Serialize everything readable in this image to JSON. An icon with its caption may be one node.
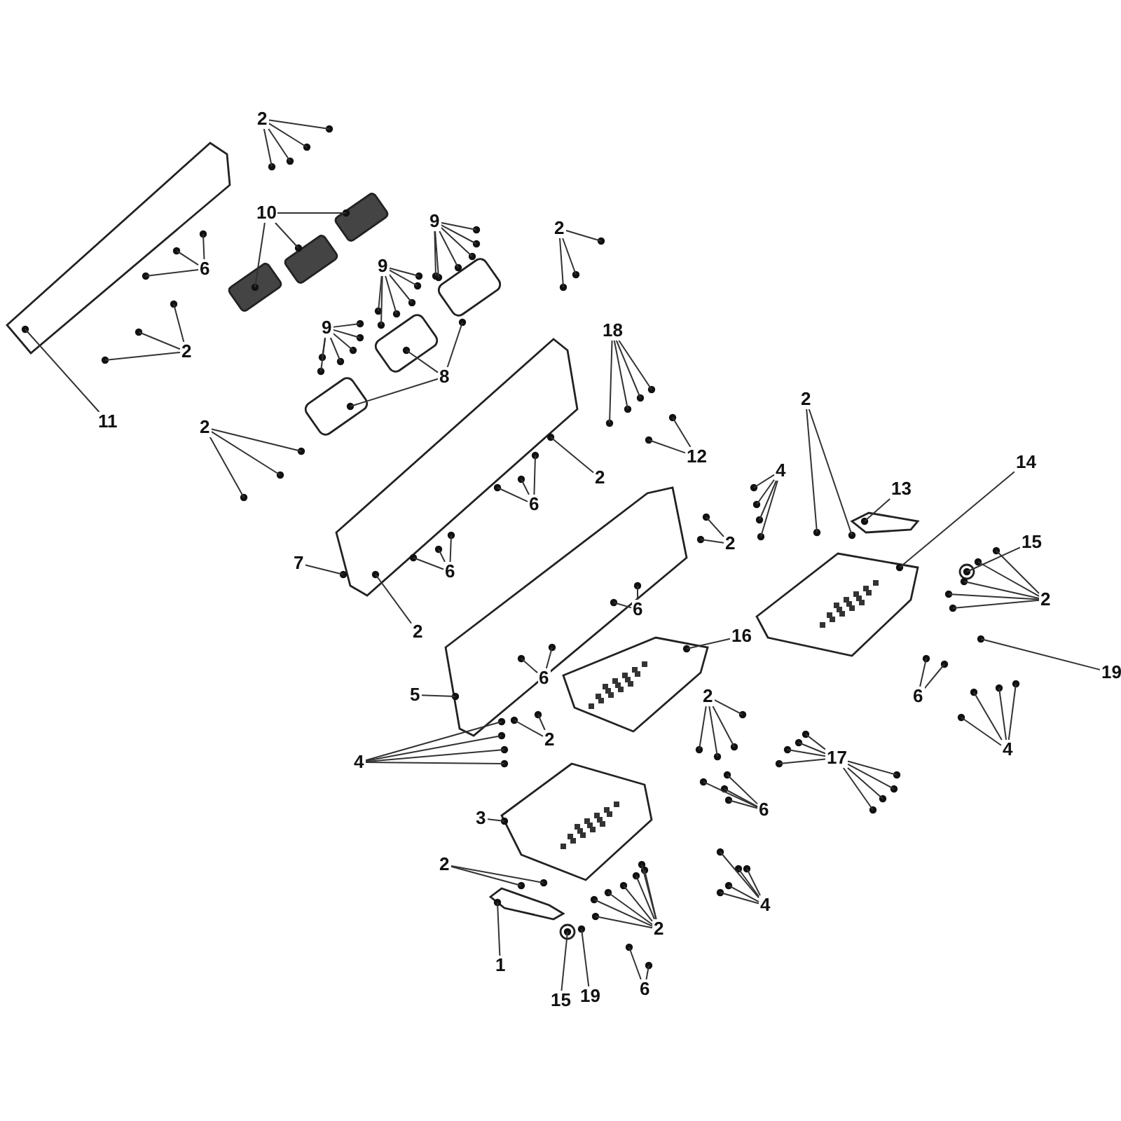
{
  "diagram": {
    "nodes": [
      {
        "text": [
          "2"
        ]
      },
      {
        "text": [
          "10"
        ]
      },
      {
        "text": [
          "6"
        ]
      },
      {
        "text": [
          "2"
        ]
      },
      {
        "text": [
          "11"
        ]
      },
      {
        "text": [
          "9"
        ]
      },
      {
        "text": [
          "9"
        ]
      },
      {
        "text": [
          "9"
        ]
      },
      {
        "text": [
          "8"
        ]
      },
      {
        "text": [
          "2"
        ]
      },
      {
        "text": [
          "18"
        ]
      },
      {
        "text": [
          "12"
        ]
      },
      {
        "text": [
          "2"
        ]
      },
      {
        "text": [
          "6"
        ]
      },
      {
        "text": [
          "2"
        ]
      },
      {
        "text": [
          "7"
        ]
      },
      {
        "text": [
          "6"
        ]
      },
      {
        "text": [
          "2"
        ]
      },
      {
        "text": [
          "4"
        ]
      },
      {
        "text": [
          "2"
        ]
      },
      {
        "text": [
          "13"
        ]
      },
      {
        "text": [
          "14"
        ]
      },
      {
        "text": [
          "2"
        ]
      },
      {
        "text": [
          "6"
        ]
      },
      {
        "text": [
          "15"
        ]
      },
      {
        "text": [
          "2"
        ]
      },
      {
        "text": [
          "19"
        ]
      },
      {
        "text": [
          "16"
        ]
      },
      {
        "text": [
          "5"
        ]
      },
      {
        "text": [
          "6"
        ]
      },
      {
        "text": [
          "2"
        ]
      },
      {
        "text": [
          "4"
        ]
      },
      {
        "text": [
          "2"
        ]
      },
      {
        "text": [
          "6"
        ]
      },
      {
        "text": [
          "4"
        ]
      },
      {
        "text": [
          "17"
        ]
      },
      {
        "text": [
          "6"
        ]
      },
      {
        "text": [
          "3"
        ]
      },
      {
        "text": [
          "2"
        ]
      },
      {
        "text": [
          "2"
        ]
      },
      {
        "text": [
          "4"
        ]
      },
      {
        "text": [
          "1"
        ]
      },
      {
        "text": [
          "15"
        ]
      },
      {
        "text": [
          "19"
        ]
      },
      {
        "text": [
          "6"
        ]
      }
    ],
    "edges": [
      {
        "from": 0,
        "to": null,
        "arrow": "none"
      },
      {
        "from": 0,
        "to": null,
        "arrow": "none"
      },
      {
        "from": 0,
        "to": null,
        "arrow": "none"
      },
      {
        "from": 0,
        "to": null,
        "arrow": "none"
      },
      {
        "from": 1,
        "to": null,
        "arrow": "none"
      },
      {
        "from": 1,
        "to": null,
        "arrow": "none"
      },
      {
        "from": 1,
        "to": null,
        "arrow": "none"
      },
      {
        "from": 2,
        "to": null,
        "arrow": "none"
      },
      {
        "from": 2,
        "to": null,
        "arrow": "none"
      },
      {
        "from": 2,
        "to": null,
        "arrow": "none"
      },
      {
        "from": 3,
        "to": null,
        "arrow": "none"
      },
      {
        "from": 3,
        "to": null,
        "arrow": "none"
      },
      {
        "from": 3,
        "to": null,
        "arrow": "none"
      },
      {
        "from": 4,
        "to": null,
        "arrow": "none"
      },
      {
        "from": 5,
        "to": null,
        "arrow": "none"
      },
      {
        "from": 5,
        "to": null,
        "arrow": "none"
      },
      {
        "from": 5,
        "to": null,
        "arrow": "none"
      },
      {
        "from": 5,
        "to": null,
        "arrow": "none"
      },
      {
        "from": 5,
        "to": null,
        "arrow": "none"
      },
      {
        "from": 5,
        "to": null,
        "arrow": "none"
      },
      {
        "from": 6,
        "to": null,
        "arrow": "none"
      },
      {
        "from": 6,
        "to": null,
        "arrow": "none"
      },
      {
        "from": 6,
        "to": null,
        "arrow": "none"
      },
      {
        "from": 6,
        "to": null,
        "arrow": "none"
      },
      {
        "from": 6,
        "to": null,
        "arrow": "none"
      },
      {
        "from": 6,
        "to": null,
        "arrow": "none"
      },
      {
        "from": 7,
        "to": null,
        "arrow": "none"
      },
      {
        "from": 7,
        "to": null,
        "arrow": "none"
      },
      {
        "from": 7,
        "to": null,
        "arrow": "none"
      },
      {
        "from": 7,
        "to": null,
        "arrow": "none"
      },
      {
        "from": 7,
        "to": null,
        "arrow": "none"
      },
      {
        "from": 7,
        "to": null,
        "arrow": "none"
      },
      {
        "from": 8,
        "to": null,
        "arrow": "none"
      },
      {
        "from": 8,
        "to": null,
        "arrow": "none"
      },
      {
        "from": 8,
        "to": null,
        "arrow": "none"
      },
      {
        "from": 9,
        "to": null,
        "arrow": "none"
      },
      {
        "from": 9,
        "to": null,
        "arrow": "none"
      },
      {
        "from": 9,
        "to": null,
        "arrow": "none"
      },
      {
        "from": 10,
        "to": null,
        "arrow": "none"
      },
      {
        "from": 10,
        "to": null,
        "arrow": "none"
      },
      {
        "from": 10,
        "to": null,
        "arrow": "none"
      },
      {
        "from": 10,
        "to": null,
        "arrow": "none"
      },
      {
        "from": 11,
        "to": null,
        "arrow": "none"
      },
      {
        "from": 11,
        "to": null,
        "arrow": "none"
      },
      {
        "from": 12,
        "to": null,
        "arrow": "none"
      },
      {
        "from": 12,
        "to": null,
        "arrow": "none"
      },
      {
        "from": 12,
        "to": null,
        "arrow": "none"
      },
      {
        "from": 13,
        "to": null,
        "arrow": "none"
      },
      {
        "from": 13,
        "to": null,
        "arrow": "none"
      },
      {
        "from": 13,
        "to": null,
        "arrow": "none"
      },
      {
        "from": 14,
        "to": null,
        "arrow": "none"
      },
      {
        "from": 15,
        "to": null,
        "arrow": "none"
      },
      {
        "from": 16,
        "to": null,
        "arrow": "none"
      },
      {
        "from": 16,
        "to": null,
        "arrow": "none"
      },
      {
        "from": 16,
        "to": null,
        "arrow": "none"
      },
      {
        "from": 17,
        "to": null,
        "arrow": "none"
      },
      {
        "from": 18,
        "to": null,
        "arrow": "none"
      },
      {
        "from": 18,
        "to": null,
        "arrow": "none"
      },
      {
        "from": 18,
        "to": null,
        "arrow": "none"
      },
      {
        "from": 18,
        "to": null,
        "arrow": "none"
      },
      {
        "from": 19,
        "to": null,
        "arrow": "none"
      },
      {
        "from": 19,
        "to": null,
        "arrow": "none"
      },
      {
        "from": 20,
        "to": null,
        "arrow": "none"
      },
      {
        "from": 21,
        "to": null,
        "arrow": "none"
      },
      {
        "from": 22,
        "to": null,
        "arrow": "none"
      },
      {
        "from": 22,
        "to": null,
        "arrow": "none"
      },
      {
        "from": 23,
        "to": null,
        "arrow": "none"
      },
      {
        "from": 23,
        "to": null,
        "arrow": "none"
      },
      {
        "from": 24,
        "to": null,
        "arrow": "none"
      },
      {
        "from": 25,
        "to": null,
        "arrow": "none"
      },
      {
        "from": 25,
        "to": null,
        "arrow": "none"
      },
      {
        "from": 25,
        "to": null,
        "arrow": "none"
      },
      {
        "from": 25,
        "to": null,
        "arrow": "none"
      },
      {
        "from": 25,
        "to": null,
        "arrow": "none"
      },
      {
        "from": 26,
        "to": null,
        "arrow": "none"
      },
      {
        "from": 27,
        "to": null,
        "arrow": "none"
      },
      {
        "from": 28,
        "to": null,
        "arrow": "none"
      },
      {
        "from": 29,
        "to": null,
        "arrow": "none"
      },
      {
        "from": 29,
        "to": null,
        "arrow": "none"
      },
      {
        "from": 30,
        "to": null,
        "arrow": "none"
      },
      {
        "from": 30,
        "to": null,
        "arrow": "none"
      },
      {
        "from": 31,
        "to": null,
        "arrow": "none"
      },
      {
        "from": 31,
        "to": null,
        "arrow": "none"
      },
      {
        "from": 31,
        "to": null,
        "arrow": "none"
      },
      {
        "from": 31,
        "to": null,
        "arrow": "none"
      },
      {
        "from": 32,
        "to": null,
        "arrow": "none"
      },
      {
        "from": 32,
        "to": null,
        "arrow": "none"
      },
      {
        "from": 32,
        "to": null,
        "arrow": "none"
      },
      {
        "from": 32,
        "to": null,
        "arrow": "none"
      },
      {
        "from": 33,
        "to": null,
        "arrow": "none"
      },
      {
        "from": 33,
        "to": null,
        "arrow": "none"
      },
      {
        "from": 34,
        "to": null,
        "arrow": "none"
      },
      {
        "from": 34,
        "to": null,
        "arrow": "none"
      },
      {
        "from": 34,
        "to": null,
        "arrow": "none"
      },
      {
        "from": 34,
        "to": null,
        "arrow": "none"
      },
      {
        "from": 35,
        "to": null,
        "arrow": "none"
      },
      {
        "from": 35,
        "to": null,
        "arrow": "none"
      },
      {
        "from": 35,
        "to": null,
        "arrow": "none"
      },
      {
        "from": 35,
        "to": null,
        "arrow": "none"
      },
      {
        "from": 35,
        "to": null,
        "arrow": "none"
      },
      {
        "from": 35,
        "to": null,
        "arrow": "none"
      },
      {
        "from": 35,
        "to": null,
        "arrow": "none"
      },
      {
        "from": 35,
        "to": null,
        "arrow": "none"
      },
      {
        "from": 36,
        "to": null,
        "arrow": "none"
      },
      {
        "from": 36,
        "to": null,
        "arrow": "none"
      },
      {
        "from": 36,
        "to": null,
        "arrow": "none"
      },
      {
        "from": 36,
        "to": null,
        "arrow": "none"
      },
      {
        "from": 37,
        "to": null,
        "arrow": "none"
      },
      {
        "from": 38,
        "to": null,
        "arrow": "none"
      },
      {
        "from": 38,
        "to": null,
        "arrow": "none"
      },
      {
        "from": 39,
        "to": null,
        "arrow": "none"
      },
      {
        "from": 39,
        "to": null,
        "arrow": "none"
      },
      {
        "from": 39,
        "to": null,
        "arrow": "none"
      },
      {
        "from": 39,
        "to": null,
        "arrow": "none"
      },
      {
        "from": 39,
        "to": null,
        "arrow": "none"
      },
      {
        "from": 39,
        "to": null,
        "arrow": "none"
      },
      {
        "from": 39,
        "to": null,
        "arrow": "none"
      },
      {
        "from": 40,
        "to": null,
        "arrow": "none"
      },
      {
        "from": 40,
        "to": null,
        "arrow": "none"
      },
      {
        "from": 40,
        "to": null,
        "arrow": "none"
      },
      {
        "from": 40,
        "to": null,
        "arrow": "none"
      },
      {
        "from": 40,
        "to": null,
        "arrow": "none"
      },
      {
        "from": 41,
        "to": null,
        "arrow": "none"
      },
      {
        "from": 42,
        "to": null,
        "arrow": "none"
      },
      {
        "from": 43,
        "to": null,
        "arrow": "none"
      },
      {
        "from": 44,
        "to": null,
        "arrow": "none"
      },
      {
        "from": 44,
        "to": null,
        "arrow": "none"
      }
    ]
  }
}
